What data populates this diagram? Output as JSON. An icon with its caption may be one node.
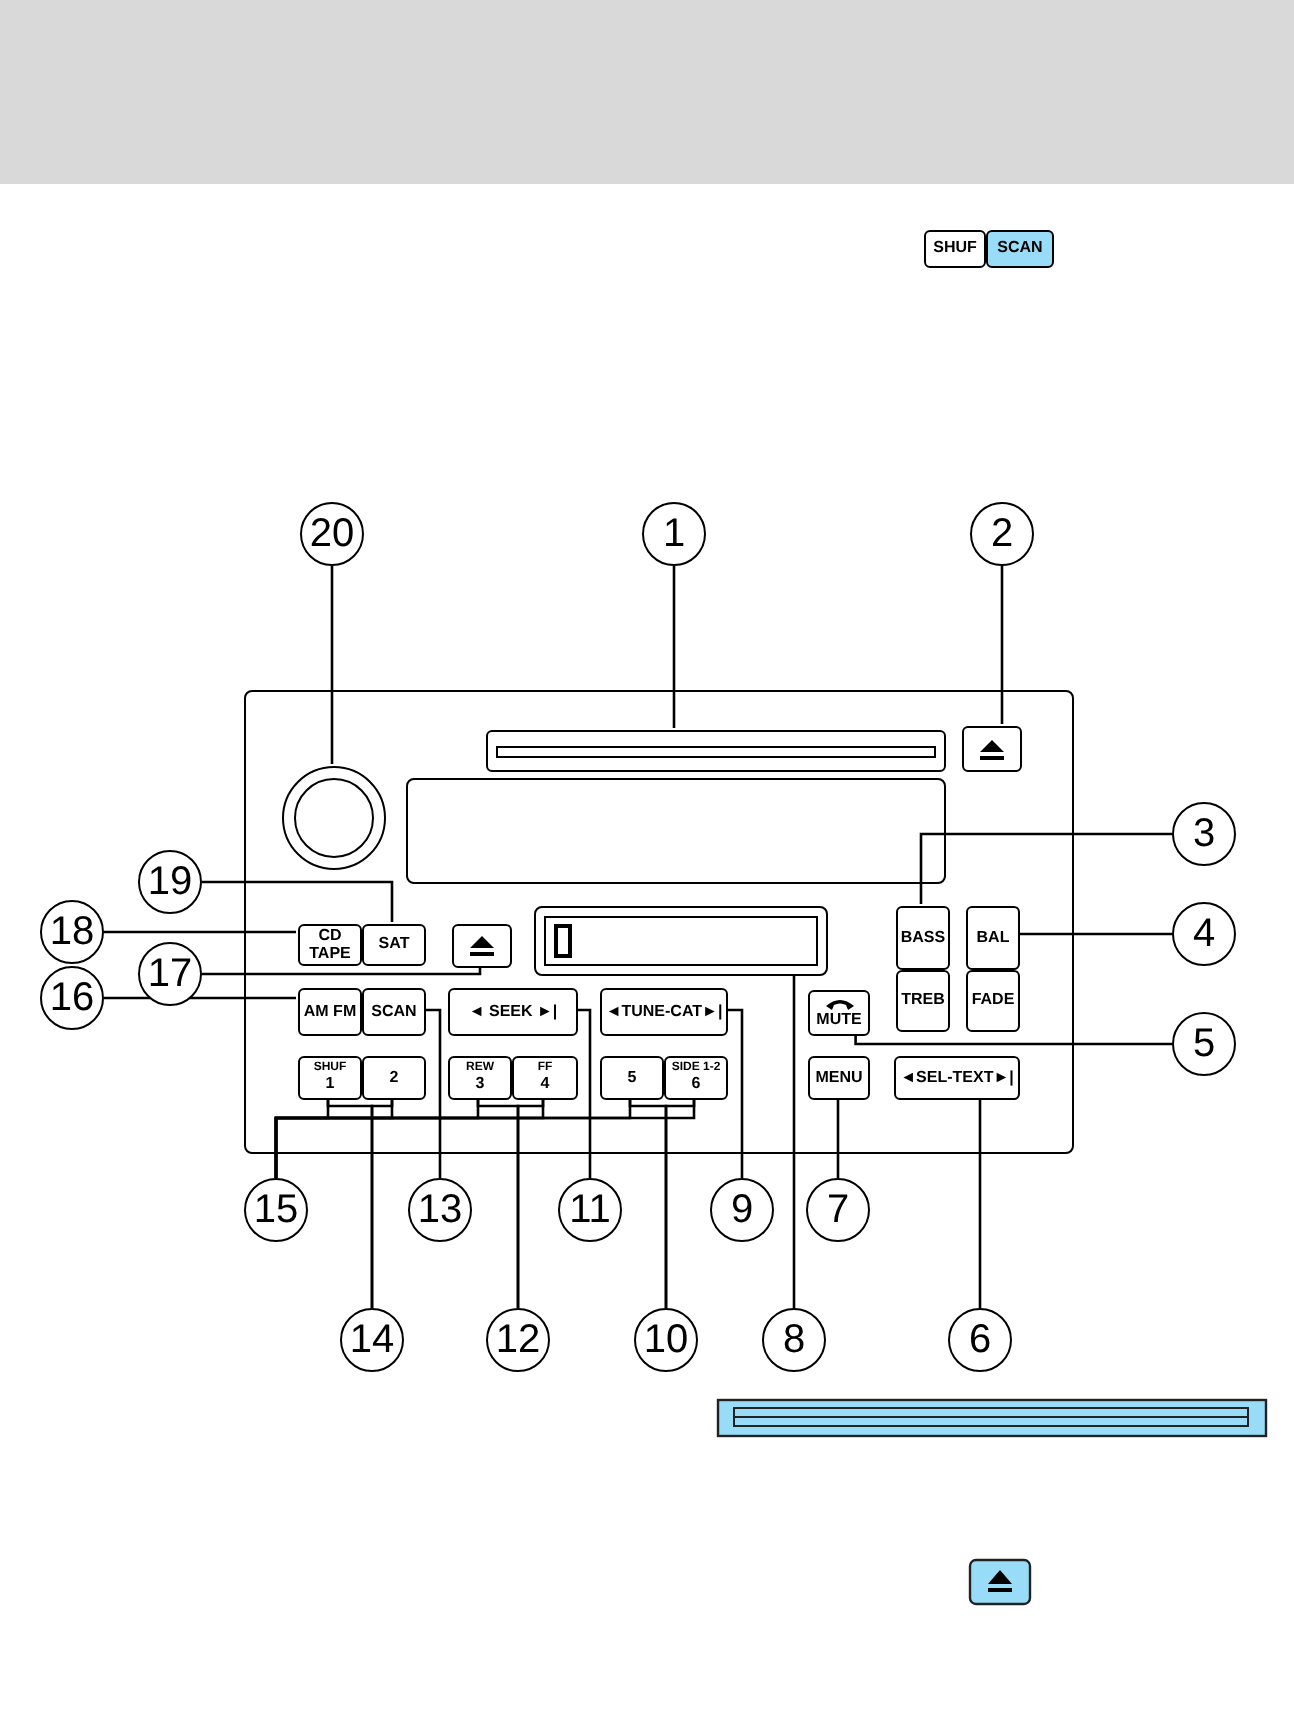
{
  "diagram": {
    "nodes": [
      {
        "text": [],
        "shape": "box"
      },
      {
        "text": [],
        "shape": "bar",
        "in": 0
      },
      {
        "text": [],
        "shape": "box",
        "in": 0
      },
      {
        "text": [],
        "shape": "circle",
        "in": 0
      },
      {
        "text": [
          "CD TAPE"
        ],
        "in": 0
      },
      {
        "text": [
          "SAT"
        ],
        "in": 0
      },
      {
        "text": [],
        "shape": "box",
        "in": 0
      },
      {
        "text": [
          "AM FM"
        ],
        "in": 0
      },
      {
        "text": [
          "SCAN"
        ],
        "in": 0
      },
      {
        "text": [
          "◄ SEEK ►|"
        ],
        "in": 0
      },
      {
        "text": [
          "◄TUNE-CAT►|"
        ],
        "in": 0
      },
      {
        "text": [],
        "shape": "box",
        "in": 0
      },
      {
        "text": [
          "BASS"
        ],
        "in": 0
      },
      {
        "text": [
          "TREB"
        ],
        "in": 0
      },
      {
        "text": [
          "BAL"
        ],
        "in": 0
      },
      {
        "text": [
          "FADE"
        ],
        "in": 0
      },
      {
        "text": [
          "MUTE"
        ],
        "in": 0
      },
      {
        "text": [
          "MENU"
        ],
        "in": 0
      },
      {
        "text": [
          "◄SEL-TEXT►|"
        ],
        "in": 0
      },
      {
        "text": [
          "SHUF",
          "1"
        ],
        "in": 0
      },
      {
        "text": [
          "2"
        ],
        "in": 0
      },
      {
        "text": [
          "REW",
          "3"
        ],
        "in": 0
      },
      {
        "text": [
          "FF",
          "4"
        ],
        "in": 0
      },
      {
        "text": [
          "5"
        ],
        "in": 0
      },
      {
        "text": [
          "SIDE 1-2",
          "6"
        ],
        "in": 0
      },
      {
        "text": [
          "1"
        ]
      },
      {
        "text": [
          "2"
        ]
      },
      {
        "text": [
          "3"
        ]
      },
      {
        "text": [
          "4"
        ]
      },
      {
        "text": [
          "5"
        ]
      },
      {
        "text": [
          "6"
        ]
      },
      {
        "text": [
          "7"
        ]
      },
      {
        "text": [
          "8"
        ]
      },
      {
        "text": [
          "9"
        ]
      },
      {
        "text": [
          "10"
        ]
      },
      {
        "text": [
          "11"
        ]
      },
      {
        "text": [
          "12"
        ]
      },
      {
        "text": [
          "13"
        ]
      },
      {
        "text": [
          "14"
        ]
      },
      {
        "text": [
          "15"
        ]
      },
      {
        "text": [
          "16"
        ]
      },
      {
        "text": [
          "17"
        ]
      },
      {
        "text": [
          "18"
        ]
      },
      {
        "text": [
          "19"
        ]
      },
      {
        "text": [
          "20"
        ]
      },
      {
        "text": [
          "SHUF"
        ]
      },
      {
        "text": [
          "SCAN"
        ]
      },
      {
        "text": [],
        "shape": "box",
        "in": 0
      }
    ],
    "edges": [
      {
        "from": 25,
        "to": 1,
        "arrow": "none"
      },
      {
        "from": 26,
        "to": 2,
        "arrow": "none"
      },
      {
        "from": 27,
        "to": 12,
        "arrow": "none"
      },
      {
        "from": 28,
        "to": 14,
        "arrow": "none"
      },
      {
        "from": 29,
        "to": 16,
        "arrow": "none"
      },
      {
        "from": 30,
        "to": 18,
        "arrow": "none"
      },
      {
        "from": 31,
        "to": 17,
        "arrow": "none"
      },
      {
        "from": 32,
        "to": 11,
        "arrow": "none"
      },
      {
        "from": 33,
        "to": 10,
        "arrow": "none"
      },
      {
        "from": 34,
        "to": 23,
        "arrow": "none"
      },
      {
        "from": 34,
        "to": 24,
        "arrow": "none"
      },
      {
        "from": 35,
        "to": 9,
        "arrow": "none"
      },
      {
        "from": 36,
        "to": 21,
        "arrow": "none"
      },
      {
        "from": 36,
        "to": 22,
        "arrow": "none"
      },
      {
        "from": 37,
        "to": 8,
        "arrow": "none"
      },
      {
        "from": 38,
        "to": 19,
        "arrow": "none"
      },
      {
        "from": 38,
        "to": 20,
        "arrow": "none"
      },
      {
        "from": 39,
        "to": 19,
        "arrow": "none"
      },
      {
        "from": 39,
        "to": 20,
        "arrow": "none"
      },
      {
        "from": 39,
        "to": 21,
        "arrow": "none"
      },
      {
        "from": 39,
        "to": 22,
        "arrow": "none"
      },
      {
        "from": 39,
        "to": 23,
        "arrow": "none"
      },
      {
        "from": 39,
        "to": 24,
        "arrow": "none"
      },
      {
        "from": 40,
        "to": 7,
        "arrow": "none"
      },
      {
        "from": 41,
        "to": 6,
        "arrow": "none"
      },
      {
        "from": 42,
        "to": 4,
        "arrow": "none"
      },
      {
        "from": 43,
        "to": 5,
        "arrow": "none"
      },
      {
        "from": 44,
        "to": 3,
        "arrow": "none"
      }
    ]
  }
}
